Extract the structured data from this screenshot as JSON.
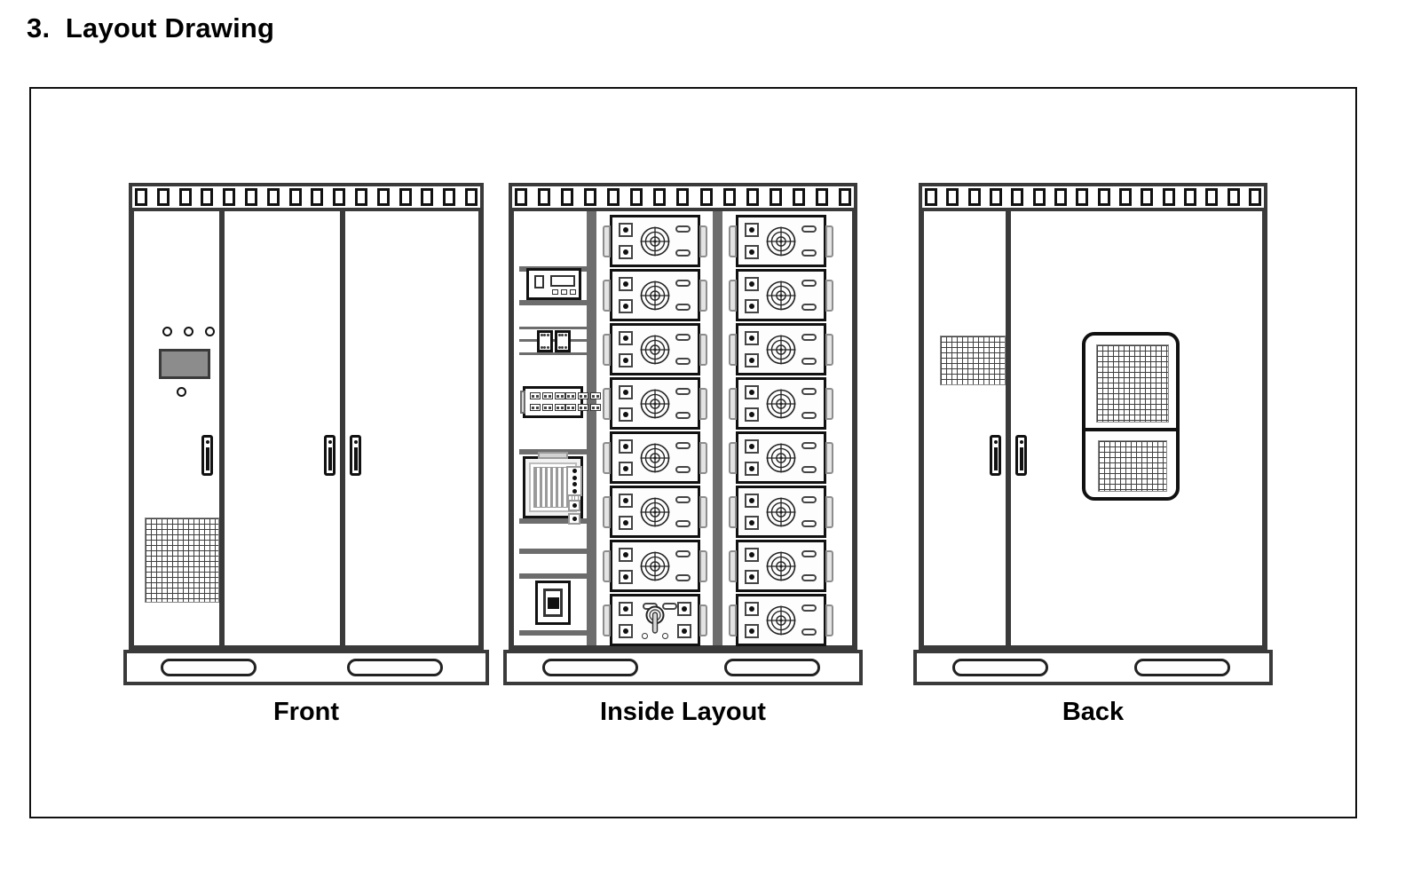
{
  "heading": "3.  Layout Drawing",
  "views": [
    {
      "id": "front",
      "caption": "Front",
      "louver_count": 16,
      "doors": 3,
      "indicator_lights": 3,
      "has_display_panel": true,
      "display_panel_color": "#8c8c8c",
      "has_small_knob": true,
      "has_mesh_vent": true,
      "handles": 3,
      "plinth_slots": 2
    },
    {
      "id": "inside",
      "caption": "Inside Layout",
      "louver_count": 15,
      "module_column": {
        "modules": [
          {
            "name": "meter-module",
            "label": "meter"
          },
          {
            "name": "breaker-module",
            "label": "breakers",
            "units": 2
          },
          {
            "name": "terminal-block-module",
            "label": "terminals",
            "rows": 2,
            "left_cells": 3,
            "right_cells": 4
          },
          {
            "name": "controller-module",
            "label": "controller",
            "stack_buttons": 4,
            "single_buttons": 2
          },
          {
            "name": "switch-module",
            "label": "switch"
          }
        ]
      },
      "rack_columns": [
        {
          "name": "rack-column-left",
          "units": 8,
          "special_unit_index": 8
        },
        {
          "name": "rack-column-right",
          "units": 8,
          "special_unit_index": null
        }
      ],
      "plinth_slots": 2
    },
    {
      "id": "back",
      "caption": "Back",
      "louver_count": 16,
      "doors": 2,
      "has_small_mesh_vent": true,
      "handles": 2,
      "back_panel": {
        "name": "rear-vent-panel",
        "vent_sections": 2
      },
      "plinth_slots": 2
    }
  ],
  "colors": {
    "line": "#111111",
    "frame_gray": "#3a3a3a",
    "rail_gray": "#6d6d6d",
    "display_gray": "#8c8c8c",
    "background": "#ffffff"
  }
}
